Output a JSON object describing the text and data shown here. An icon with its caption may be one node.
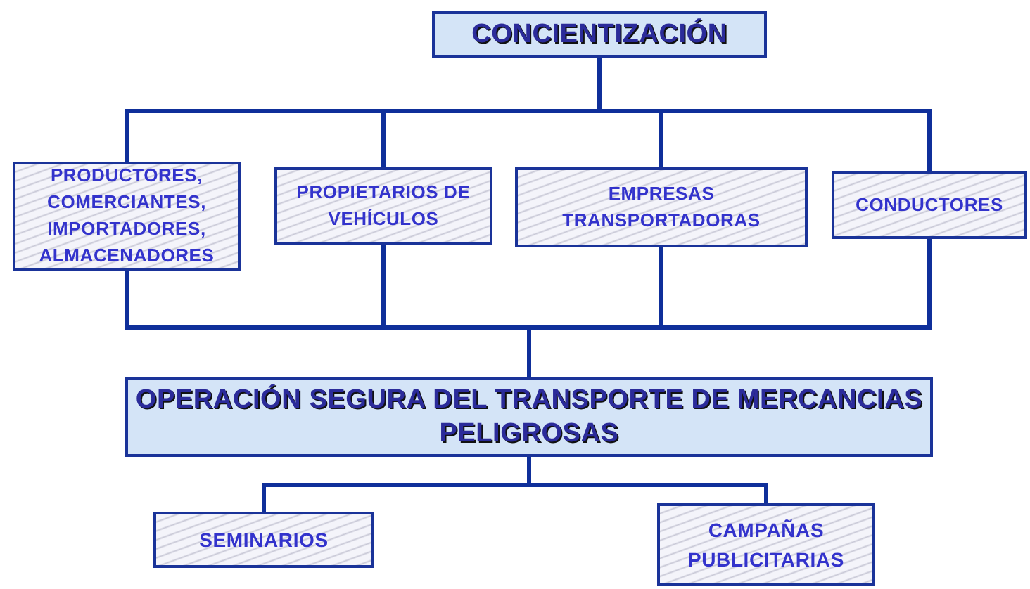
{
  "diagram": {
    "nodes": [
      {
        "text": [
          "CONCIENTIZACIÓN"
        ]
      },
      {
        "text": [
          "PRODUCTORES, COMERCIANTES, IMPORTADORES, ALMACENADORES"
        ]
      },
      {
        "text": [
          "PROPIETARIOS DE VEHÍCULOS"
        ]
      },
      {
        "text": [
          "EMPRESAS TRANSPORTADORAS"
        ]
      },
      {
        "text": [
          "CONDUCTORES"
        ]
      },
      {
        "text": [
          "OPERACIÓN SEGURA DEL TRANSPORTE DE MERCANCIAS PELIGROSAS"
        ]
      },
      {
        "text": [
          "SEMINARIOS"
        ]
      },
      {
        "text": [
          "CAMPAÑAS PUBLICITARIAS"
        ]
      }
    ],
    "edges": [
      {
        "from": 0,
        "to": 1,
        "arrow": "none"
      },
      {
        "from": 0,
        "to": 2,
        "arrow": "none"
      },
      {
        "from": 0,
        "to": 3,
        "arrow": "none"
      },
      {
        "from": 0,
        "to": 4,
        "arrow": "none"
      },
      {
        "from": 1,
        "to": 5,
        "arrow": "none"
      },
      {
        "from": 2,
        "to": 5,
        "arrow": "none"
      },
      {
        "from": 3,
        "to": 5,
        "arrow": "none"
      },
      {
        "from": 4,
        "to": 5,
        "arrow": "none"
      },
      {
        "from": 5,
        "to": 6,
        "arrow": "none"
      },
      {
        "from": 5,
        "to": 7,
        "arrow": "none"
      }
    ]
  }
}
